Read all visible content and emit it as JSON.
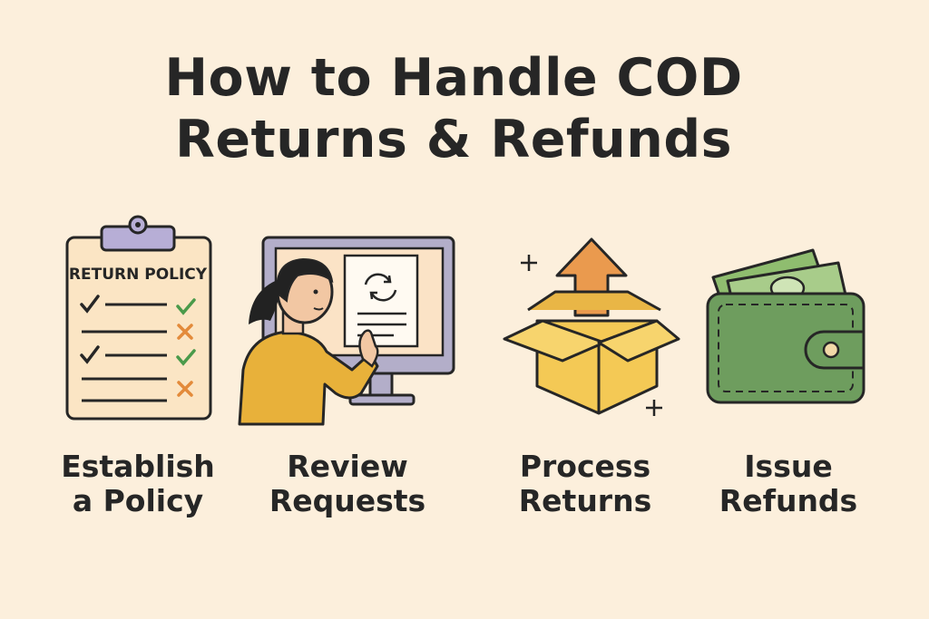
{
  "title": {
    "line1": "How to Handle COD",
    "line2": "Returns & Refunds"
  },
  "steps": [
    {
      "icon": "clipboard-checklist-icon",
      "icon_text": "RETURN POLICY",
      "label_line1": "Establish",
      "label_line2": "a Policy"
    },
    {
      "icon": "person-at-monitor-icon",
      "label_line1": "Review",
      "label_line2": "Requests"
    },
    {
      "icon": "open-box-up-arrow-icon",
      "label_line1": "Process",
      "label_line2": "Returns"
    },
    {
      "icon": "wallet-cash-icon",
      "label_line1": "Issue",
      "label_line2": "Refunds"
    }
  ],
  "colors": {
    "background": "#fcefdc",
    "text": "#262626",
    "clipboard_paper": "#fbe5c4",
    "clip": "#b7aed6",
    "check": "#4a9a4a",
    "cross": "#e38a3a",
    "monitor": "#b3aec9",
    "shirt": "#e8b13a",
    "box": "#f4c955",
    "arrow": "#ea9a4e",
    "wallet": "#6e9d5e",
    "cash": "#a8cc8a"
  }
}
